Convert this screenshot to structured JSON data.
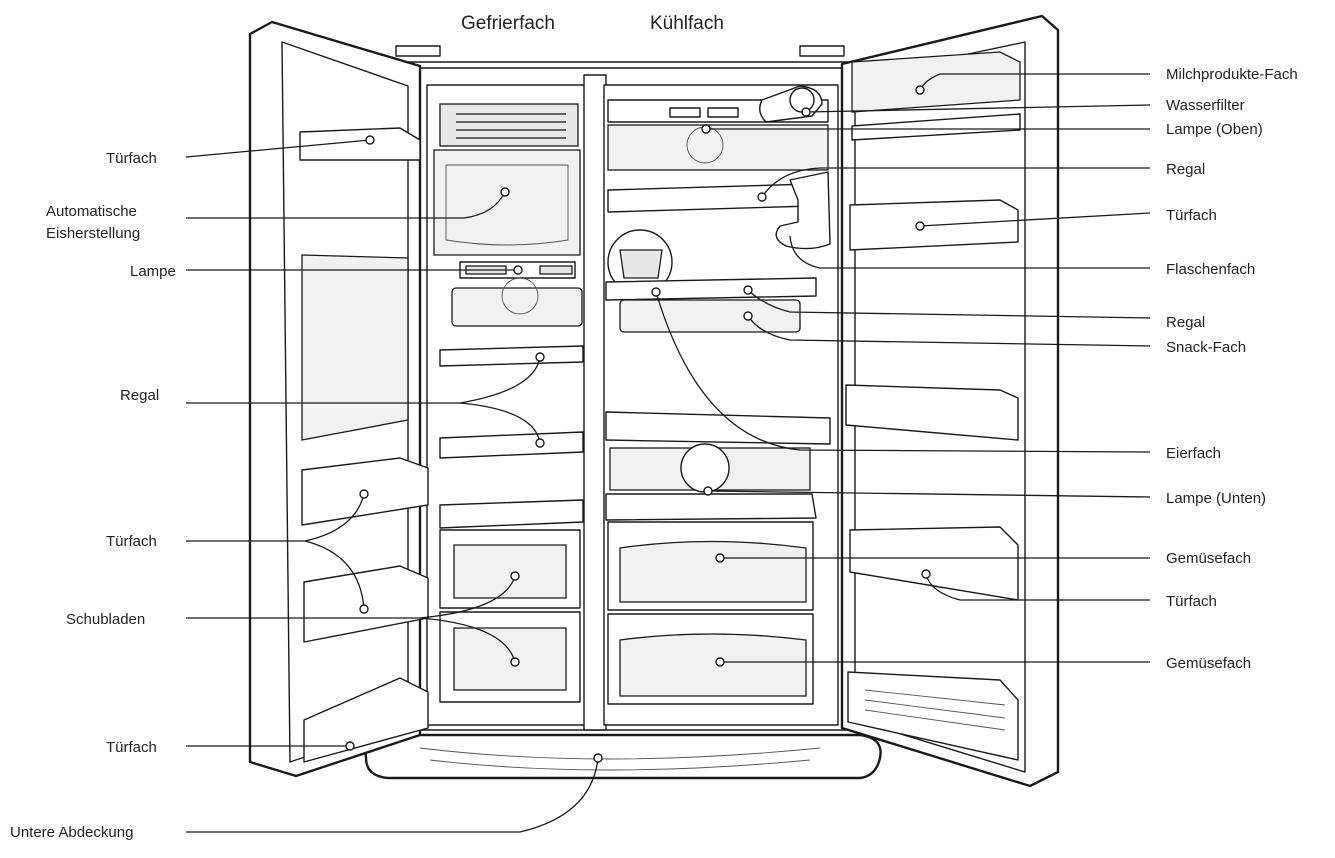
{
  "headings": {
    "freezer": "Gefrierfach",
    "fridge": "Kühlfach"
  },
  "labels_left": {
    "door_shelf_1": "Türfach",
    "ice_maker_line1": "Automatische",
    "ice_maker_line2": "Eisherstellung",
    "lamp": "Lampe",
    "shelf": "Regal",
    "door_shelf_2": "Türfach",
    "drawers": "Schubladen",
    "door_shelf_3": "Türfach",
    "bottom_cover": "Untere Abdeckung"
  },
  "labels_right": {
    "dairy_compartment": "Milchprodukte-Fach",
    "water_filter": "Wasserfilter",
    "lamp_top": "Lampe (Oben)",
    "shelf_1": "Regal",
    "door_shelf_1": "Türfach",
    "bottle_compartment": "Flaschenfach",
    "shelf_2": "Regal",
    "snack_compartment": "Snack-Fach",
    "egg_compartment": "Eierfach",
    "lamp_bottom": "Lampe (Unten)",
    "vegetable_drawer_1": "Gemüsefach",
    "door_shelf_2": "Türfach",
    "vegetable_drawer_2": "Gemüsefach"
  }
}
